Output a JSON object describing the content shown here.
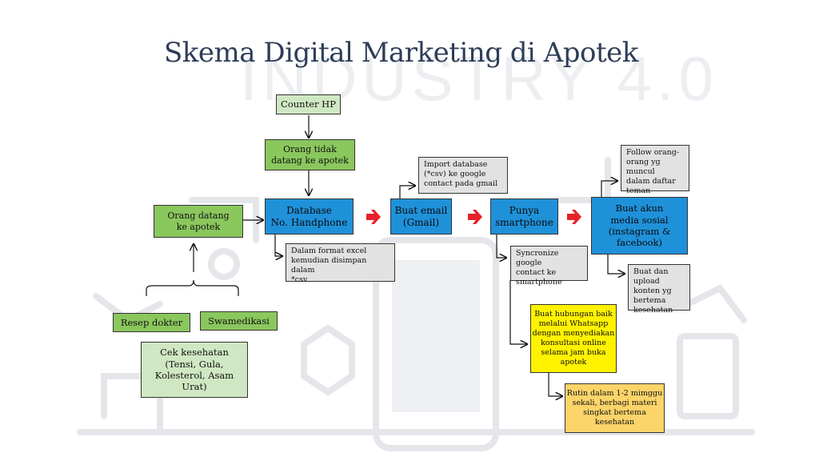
{
  "title": "Skema Digital Marketing di Apotek",
  "watermark_text": "INDUSTRY 4.0",
  "colors": {
    "title": "#2f3d57",
    "green": "#8ac75d",
    "light_green": "#cfe8c3",
    "blue": "#1f91d9",
    "grey": "#e2e2e2",
    "yellow": "#fff200",
    "orange": "#fcd46a",
    "red_arrow": "#e8202a"
  },
  "nodes": {
    "counter_hp": "Counter HP",
    "orang_tidak": "Orang tidak\ndatang ke apotek",
    "orang_datang": "Orang datang\nke apotek",
    "resep": "Resep dokter",
    "swamedikasi": "Swamedikasi",
    "cek": "Cek kesehatan\n(Tensi, Gula,\nKolesterol, Asam\nUrat)",
    "database": "Database\nNo. Handphone",
    "dalam_format": "Dalam format excel\nkemudian disimpan dalam\n*csv",
    "buat_email": "Buat email\n(Gmail)",
    "import_db": "Import database\n(*csv) ke google\ncontact pada gmail",
    "punya_hp": "Punya\nsmartphone",
    "syncronize": "Syncronize google\ncontact ke\nsmartphone",
    "buat_hubungan": "Buat hubungan baik\nmelalui Whatsapp\ndengan menyediakan\nkonsultasi online\nselama jam buka\napotek",
    "rutin": "Rutin dalam 1-2 mimggu\nsekali, berbagi materi\nsingkat bertema\nkesehatan",
    "buat_akun": "Buat akun\nmedia sosial\n(instagram &\nfacebook)",
    "follow": "Follow orang-\norang yg muncul\ndalam daftar\nteman",
    "upload": "Buat dan upload\nkonten yg\nbertema\nkesehatan"
  }
}
